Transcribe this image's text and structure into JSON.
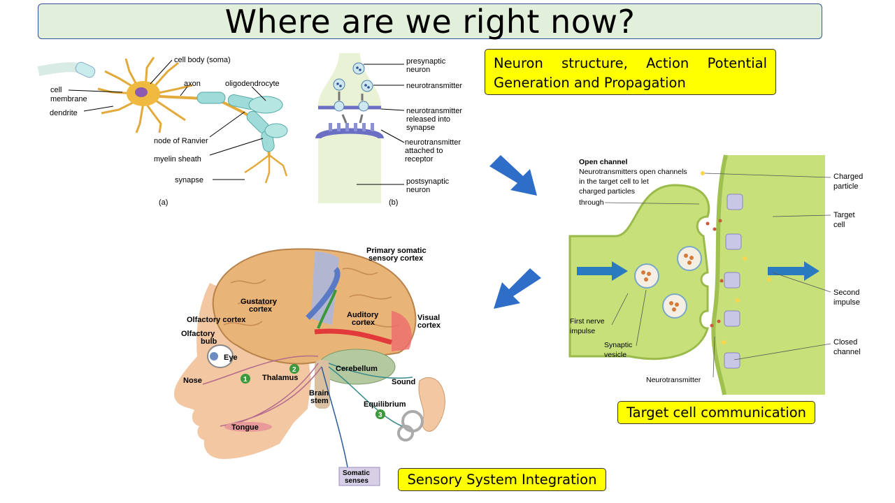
{
  "slide": {
    "title": "Where are we right now?",
    "boxes": {
      "neuron_structure": "Neuron structure, Action Potential Generation and Propagation",
      "target_cell": "Target cell communication",
      "sensory": "Sensory System Integration"
    }
  },
  "neuron_diagram": {
    "labels": {
      "cell_body": "cell body (soma)",
      "axon": "axon",
      "oligodendrocyte": "oligodendrocyte",
      "cell": "cell",
      "membrane": "membrane",
      "dendrite": "dendrite",
      "node_of_ranvier": "node of Ranvier",
      "myelin_sheath": "myelin sheath",
      "synapse": "synapse",
      "panel_a": "(a)"
    }
  },
  "synapse_diagram": {
    "labels": {
      "presynaptic_1": "presynaptic",
      "presynaptic_2": "neuron",
      "neurotransmitter": "neurotransmitter",
      "released_1": "neurotransmitter",
      "released_2": "released into",
      "released_3": "synapse",
      "attached_1": "neurotransmitter",
      "attached_2": "attached to",
      "attached_3": "receptor",
      "postsynaptic_1": "postsynaptic",
      "postsynaptic_2": "neuron",
      "panel_b": "(b)"
    }
  },
  "channel_diagram": {
    "labels": {
      "heading": "Open channel",
      "desc_1": "Neurotransmitters open channels",
      "desc_2": "in the target cell to let",
      "desc_3": "charged particles",
      "desc_4": "through",
      "charged_1": "Charged",
      "charged_2": "particle",
      "target_1": "Target",
      "target_2": "cell",
      "second_1": "Second",
      "second_2": "impulse",
      "first_1": "First nerve",
      "first_2": "impulse",
      "vesicle_1": "Synaptic",
      "vesicle_2": "vesicle",
      "nt": "Neurotransmitter",
      "closed_1": "Closed",
      "closed_2": "channel"
    }
  },
  "brain_diagram": {
    "labels": {
      "psc_1": "Primary somatic",
      "psc_2": "sensory cortex",
      "gust_1": "Gustatory",
      "gust_2": "cortex",
      "aud_1": "Auditory",
      "aud_2": "cortex",
      "vis_1": "Visual",
      "vis_2": "cortex",
      "olf_cortex": "Olfactory cortex",
      "olf_bulb_1": "Olfactory",
      "olf_bulb_2": "bulb",
      "eye": "Eye",
      "nose": "Nose",
      "thalamus": "Thalamus",
      "cerebellum": "Cerebellum",
      "sound": "Sound",
      "brain_stem_1": "Brain",
      "brain_stem_2": "stem",
      "equilibrium": "Equilibrium",
      "tongue": "Tongue",
      "somatic_1": "Somatic",
      "somatic_2": "senses",
      "num_1": "1",
      "num_2": "2",
      "num_3": "3"
    }
  },
  "colors": {
    "title_bg": "#e2efda",
    "title_border": "#2f5597",
    "highlight": "#ffff00",
    "arrow": "#2e6ec8"
  }
}
